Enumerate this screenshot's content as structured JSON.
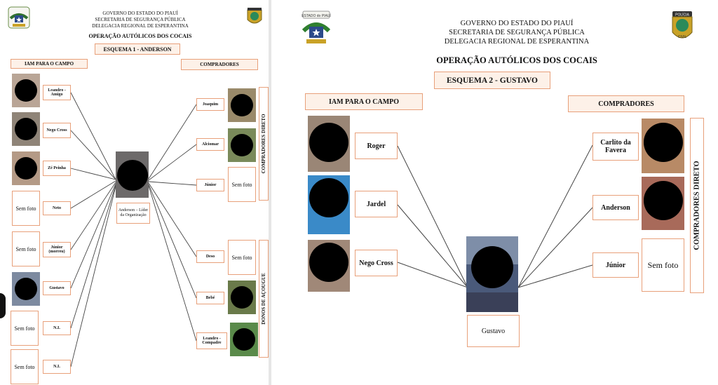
{
  "header": {
    "line1": "GOVERNO DO ESTADO DO PIAUÍ",
    "line2": "SECRETARIA DE SEGURANÇA PÚBLICA",
    "line3": "DELEGACIA REGIONAL DE ESPERANTINA",
    "operation": "OPERAÇÃO AUTÓLICOS DOS COCAIS",
    "state_logo_text": "ESTADO do PIAUÍ",
    "police_logo_text": "POLÍCIA",
    "police_logo_sub": "CIVIL"
  },
  "scheme1": {
    "title": "ESQUEMA 1 - ANDERSON",
    "left_header": "IAM PARA O CAMPO",
    "right_header": "COMPRADORES",
    "center_label": "Anderson – Líder da Organização",
    "left_items": [
      {
        "label": "Leandro - Amigo"
      },
      {
        "label": "Nego Cross"
      },
      {
        "label": "Zé Peinha"
      },
      {
        "label": "Neto",
        "no_photo": "Sem foto"
      },
      {
        "label": "Júnior (morreu)",
        "no_photo": "Sem foto"
      },
      {
        "label": "Gustavo"
      },
      {
        "label": "N.I.",
        "no_photo": "Sem foto"
      },
      {
        "label": "N.I.",
        "no_photo": "Sem foto"
      }
    ],
    "right_items": [
      {
        "label": "Joaquim"
      },
      {
        "label": "Alciomar"
      },
      {
        "label": "Júnior",
        "no_photo": "Sem foto"
      },
      {
        "label": "Deso",
        "no_photo": "Sem foto"
      },
      {
        "label": "Bebé"
      },
      {
        "label": "Leandro - Compadre"
      }
    ],
    "side_label_top": "COMPRADORES DIRETO",
    "side_label_bottom": "DONOS DE AÇOUGUE"
  },
  "scheme2": {
    "title": "ESQUEMA 2 - GUSTAVO",
    "left_header": "IAM PARA O CAMPO",
    "right_header": "COMPRADORES",
    "center_label": "Gustavo",
    "left_items": [
      {
        "label": "Roger"
      },
      {
        "label": "Jardel"
      },
      {
        "label": "Nego Cross"
      }
    ],
    "right_items": [
      {
        "label": "Carlito da Favera"
      },
      {
        "label": "Anderson"
      },
      {
        "label": "Júnior",
        "no_photo": "Sem foto"
      }
    ],
    "side_label": "COMPRADORES DIRETO"
  },
  "colors": {
    "box_border": "#e8a07a",
    "box_fill": "#fdf1e8",
    "line": "#444444"
  }
}
